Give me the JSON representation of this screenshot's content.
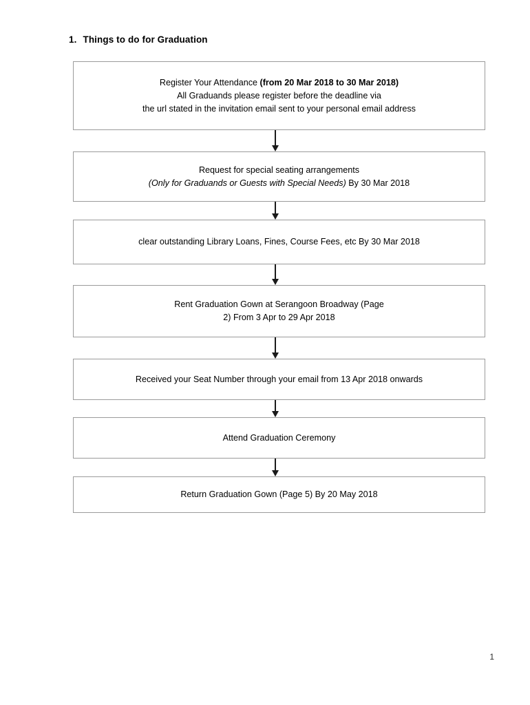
{
  "document": {
    "page_number": "1",
    "heading": {
      "number": "1.",
      "text": "Things to do for Graduation"
    }
  },
  "flowchart": {
    "type": "vertical-flow",
    "arrow_count": 6,
    "steps": [
      {
        "id": "register-attendance",
        "lines": [
          {
            "segments": [
              {
                "text": "Register Your Attendance ",
                "style": "regular"
              },
              {
                "text": "(from 20 Mar 2018 to 30 Mar 2018)",
                "style": "bold"
              }
            ]
          },
          {
            "segments": [
              {
                "text": "All Graduands please register before the deadline via",
                "style": "regular"
              }
            ]
          },
          {
            "segments": [
              {
                "text": "the url stated in the invitation email sent to your personal email address",
                "style": "regular"
              }
            ]
          }
        ]
      },
      {
        "id": "special-seating",
        "lines": [
          {
            "segments": [
              {
                "text": "Request for special seating arrangements",
                "style": "regular"
              }
            ]
          },
          {
            "segments": [
              {
                "text": "(Only for Graduands or Guests with Special Needs)",
                "style": "italic"
              },
              {
                "text": " By 30 Mar 2018",
                "style": "regular"
              }
            ]
          }
        ]
      },
      {
        "id": "clear-outstanding",
        "lines": [
          {
            "segments": [
              {
                "text": "clear outstanding Library Loans, Fines, Course Fees, etc By 30 Mar 2018",
                "style": "regular"
              }
            ]
          }
        ]
      },
      {
        "id": "rent-gown",
        "lines": [
          {
            "segments": [
              {
                "text": "Rent Graduation Gown at Serangoon Broadway (Page",
                "style": "regular"
              }
            ]
          },
          {
            "segments": [
              {
                "text": "2) From 3 Apr to 29 Apr 2018",
                "style": "regular"
              }
            ]
          }
        ]
      },
      {
        "id": "seat-number",
        "lines": [
          {
            "segments": [
              {
                "text": "Received your Seat Number through your email from 13 Apr 2018 onwards",
                "style": "regular"
              }
            ]
          }
        ]
      },
      {
        "id": "attend-ceremony",
        "lines": [
          {
            "segments": [
              {
                "text": "Attend Graduation Ceremony",
                "style": "regular"
              }
            ]
          }
        ]
      },
      {
        "id": "return-gown",
        "lines": [
          {
            "segments": [
              {
                "text": "Return Graduation Gown (Page 5) By 20 May 2018",
                "style": "regular"
              }
            ]
          }
        ]
      }
    ]
  },
  "colors": {
    "box_border": "#9a9a9a",
    "arrow": "#1a1a1a",
    "text": "#000000",
    "background": "#ffffff"
  }
}
